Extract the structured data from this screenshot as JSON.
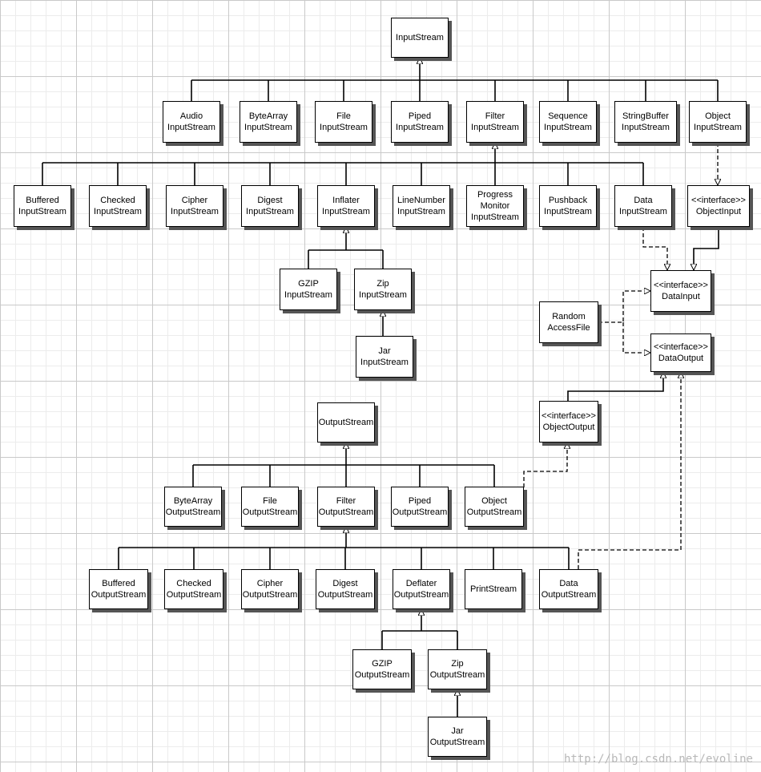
{
  "nodes": [
    {
      "id": "inputstream",
      "label": "InputStream"
    },
    {
      "id": "audio-inputstream",
      "label": "Audio\nInputStream"
    },
    {
      "id": "bytearray-inputstream",
      "label": "ByteArray\nInputStream"
    },
    {
      "id": "file-inputstream",
      "label": "File\nInputStream"
    },
    {
      "id": "piped-inputstream",
      "label": "Piped\nInputStream"
    },
    {
      "id": "filter-inputstream",
      "label": "Filter\nInputStream"
    },
    {
      "id": "sequence-inputstream",
      "label": "Sequence\nInputStream"
    },
    {
      "id": "stringbuffer-inputstream",
      "label": "StringBuffer\nInputStream"
    },
    {
      "id": "object-inputstream",
      "label": "Object\nInputStream"
    },
    {
      "id": "buffered-inputstream",
      "label": "Buffered\nInputStream"
    },
    {
      "id": "checked-inputstream",
      "label": "Checked\nInputStream"
    },
    {
      "id": "cipher-inputstream",
      "label": "Cipher\nInputStream"
    },
    {
      "id": "digest-inputstream",
      "label": "Digest\nInputStream"
    },
    {
      "id": "inflater-inputstream",
      "label": "Inflater\nInputStream"
    },
    {
      "id": "linenumber-inputstream",
      "label": "LineNumber\nInputStream"
    },
    {
      "id": "progressmonitor-inputstream",
      "label": "Progress\nMonitor\nInputStream"
    },
    {
      "id": "pushback-inputstream",
      "label": "Pushback\nInputStream"
    },
    {
      "id": "data-inputstream",
      "label": "Data\nInputStream"
    },
    {
      "id": "objectinput-interface",
      "label": "<<interface>>\nObjectInput"
    },
    {
      "id": "gzip-inputstream",
      "label": "GZIP\nInputStream"
    },
    {
      "id": "zip-inputstream",
      "label": "Zip\nInputStream"
    },
    {
      "id": "jar-inputstream",
      "label": "Jar\nInputStream"
    },
    {
      "id": "datainput-interface",
      "label": "<<interface>>\nDataInput"
    },
    {
      "id": "randomaccessfile",
      "label": "Random\nAccessFile"
    },
    {
      "id": "dataoutput-interface",
      "label": "<<interface>>\nDataOutput"
    },
    {
      "id": "objectoutput-interface",
      "label": "<<interface>>\nObjectOutput"
    },
    {
      "id": "outputstream",
      "label": "OutputStream"
    },
    {
      "id": "bytearray-outputstream",
      "label": "ByteArray\nOutputStream"
    },
    {
      "id": "file-outputstream",
      "label": "File\nOutputStream"
    },
    {
      "id": "filter-outputstream",
      "label": "Filter\nOutputStream"
    },
    {
      "id": "piped-outputstream",
      "label": "Piped\nOutputStream"
    },
    {
      "id": "object-outputstream",
      "label": "Object\nOutputStream"
    },
    {
      "id": "buffered-outputstream",
      "label": "Buffered\nOutputStream"
    },
    {
      "id": "checked-outputstream",
      "label": "Checked\nOutputStream"
    },
    {
      "id": "cipher-outputstream",
      "label": "Cipher\nOutputStream"
    },
    {
      "id": "digest-outputstream",
      "label": "Digest\nOutputStream"
    },
    {
      "id": "deflater-outputstream",
      "label": "Deflater\nOutputStream"
    },
    {
      "id": "printstream",
      "label": "PrintStream"
    },
    {
      "id": "data-outputstream",
      "label": "Data\nOutputStream"
    },
    {
      "id": "gzip-outputstream",
      "label": "GZIP\nOutputStream"
    },
    {
      "id": "zip-outputstream",
      "label": "Zip\nOutputStream"
    },
    {
      "id": "jar-outputstream",
      "label": "Jar\nOutputStream"
    }
  ],
  "edges": [
    {
      "type": "extends",
      "parent": "inputstream",
      "children": [
        "audio-inputstream",
        "bytearray-inputstream",
        "file-inputstream",
        "piped-inputstream",
        "filter-inputstream",
        "sequence-inputstream",
        "stringbuffer-inputstream",
        "object-inputstream"
      ]
    },
    {
      "type": "extends",
      "parent": "filter-inputstream",
      "children": [
        "buffered-inputstream",
        "checked-inputstream",
        "cipher-inputstream",
        "digest-inputstream",
        "inflater-inputstream",
        "linenumber-inputstream",
        "progressmonitor-inputstream",
        "pushback-inputstream",
        "data-inputstream"
      ]
    },
    {
      "type": "extends",
      "parent": "inflater-inputstream",
      "children": [
        "gzip-inputstream",
        "zip-inputstream"
      ]
    },
    {
      "type": "extends",
      "parent": "zip-inputstream",
      "children": [
        "jar-inputstream"
      ]
    },
    {
      "type": "implements",
      "from": "object-inputstream",
      "to": "objectinput-interface"
    },
    {
      "type": "implements",
      "from": "data-inputstream",
      "to": "datainput-interface"
    },
    {
      "type": "extends",
      "parent": "datainput-interface",
      "children": [
        "objectinput-interface"
      ]
    },
    {
      "type": "implements",
      "from": "randomaccessfile",
      "to": "datainput-interface"
    },
    {
      "type": "implements",
      "from": "randomaccessfile",
      "to": "dataoutput-interface"
    },
    {
      "type": "extends",
      "parent": "dataoutput-interface",
      "children": [
        "objectoutput-interface"
      ]
    },
    {
      "type": "extends",
      "parent": "outputstream",
      "children": [
        "bytearray-outputstream",
        "file-outputstream",
        "filter-outputstream",
        "piped-outputstream",
        "object-outputstream"
      ]
    },
    {
      "type": "implements",
      "from": "object-outputstream",
      "to": "objectoutput-interface"
    },
    {
      "type": "extends",
      "parent": "filter-outputstream",
      "children": [
        "buffered-outputstream",
        "checked-outputstream",
        "cipher-outputstream",
        "digest-outputstream",
        "deflater-outputstream",
        "printstream",
        "data-outputstream"
      ]
    },
    {
      "type": "implements",
      "from": "data-outputstream",
      "to": "dataoutput-interface"
    },
    {
      "type": "extends",
      "parent": "deflater-outputstream",
      "children": [
        "gzip-outputstream",
        "zip-outputstream"
      ]
    },
    {
      "type": "extends",
      "parent": "zip-outputstream",
      "children": [
        "jar-outputstream"
      ]
    }
  ],
  "watermark": "http://blog.csdn.net/evoline"
}
